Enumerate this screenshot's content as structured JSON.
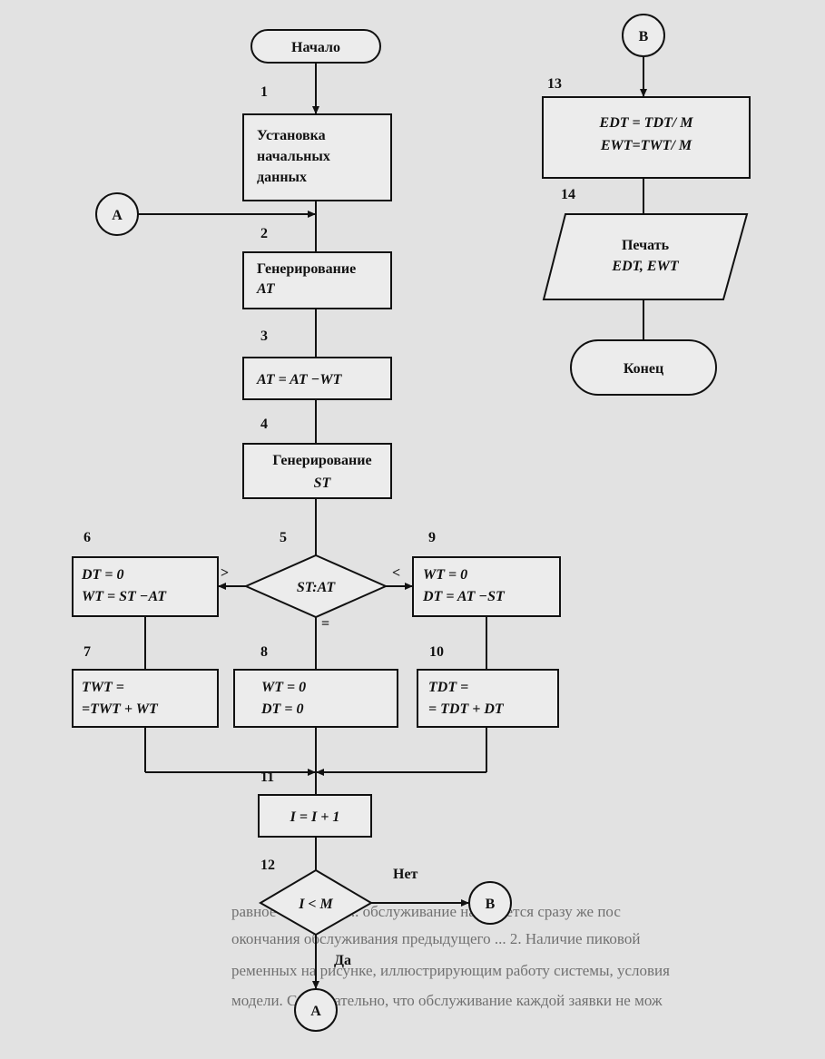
{
  "flowchart": {
    "start": "Начало",
    "end": "Конец",
    "connectors": {
      "a": "A",
      "b": "B"
    },
    "blocks": {
      "b1": {
        "num": "1",
        "lines": [
          "Установка",
          "начальных",
          "данных"
        ]
      },
      "b2": {
        "num": "2",
        "lines": [
          "Генерирование",
          "AT"
        ]
      },
      "b3": {
        "num": "3",
        "lines": [
          "AT = AT  −WT"
        ]
      },
      "b4": {
        "num": "4",
        "lines": [
          "Генерирование",
          "ST"
        ]
      },
      "b5": {
        "num": "5",
        "lines": [
          "ST:AT"
        ]
      },
      "b6": {
        "num": "6",
        "lines": [
          "DT = 0",
          "WT = ST  −AT"
        ]
      },
      "b7": {
        "num": "7",
        "lines": [
          "TWT =",
          "=TWT + WT"
        ]
      },
      "b8": {
        "num": "8",
        "lines": [
          "WT = 0",
          "DT = 0"
        ]
      },
      "b9": {
        "num": "9",
        "lines": [
          "WT = 0",
          "DT = AT  −ST"
        ]
      },
      "b10": {
        "num": "10",
        "lines": [
          "TDT =",
          "= TDT + DT"
        ]
      },
      "b11": {
        "num": "11",
        "lines": [
          "I = I + 1"
        ]
      },
      "b12": {
        "num": "12",
        "lines": [
          "I < M"
        ]
      },
      "b13": {
        "num": "13",
        "lines": [
          "EDT = TDT/ M",
          "EWT=TWT/ M"
        ]
      },
      "b14": {
        "num": "14",
        "lines": [
          "Печать",
          "EDT, EWT"
        ]
      }
    },
    "branch_labels": {
      "gt": ">",
      "lt": "<",
      "eq": "=",
      "yes": "Да",
      "no": "Нет"
    }
  },
  "background_text": {
    "line1": "равное W(i) = ST   ...  обслуживание начинается сразу же пос",
    "line2": "окончания обслуживания предыдущего ... 2. Наличие пиковой",
    "line3": "ременных на рисунке, иллюстрирующим работу системы, условия",
    "line4": "модели. Следовательно, что обслуживание каждой заявки не мож"
  }
}
